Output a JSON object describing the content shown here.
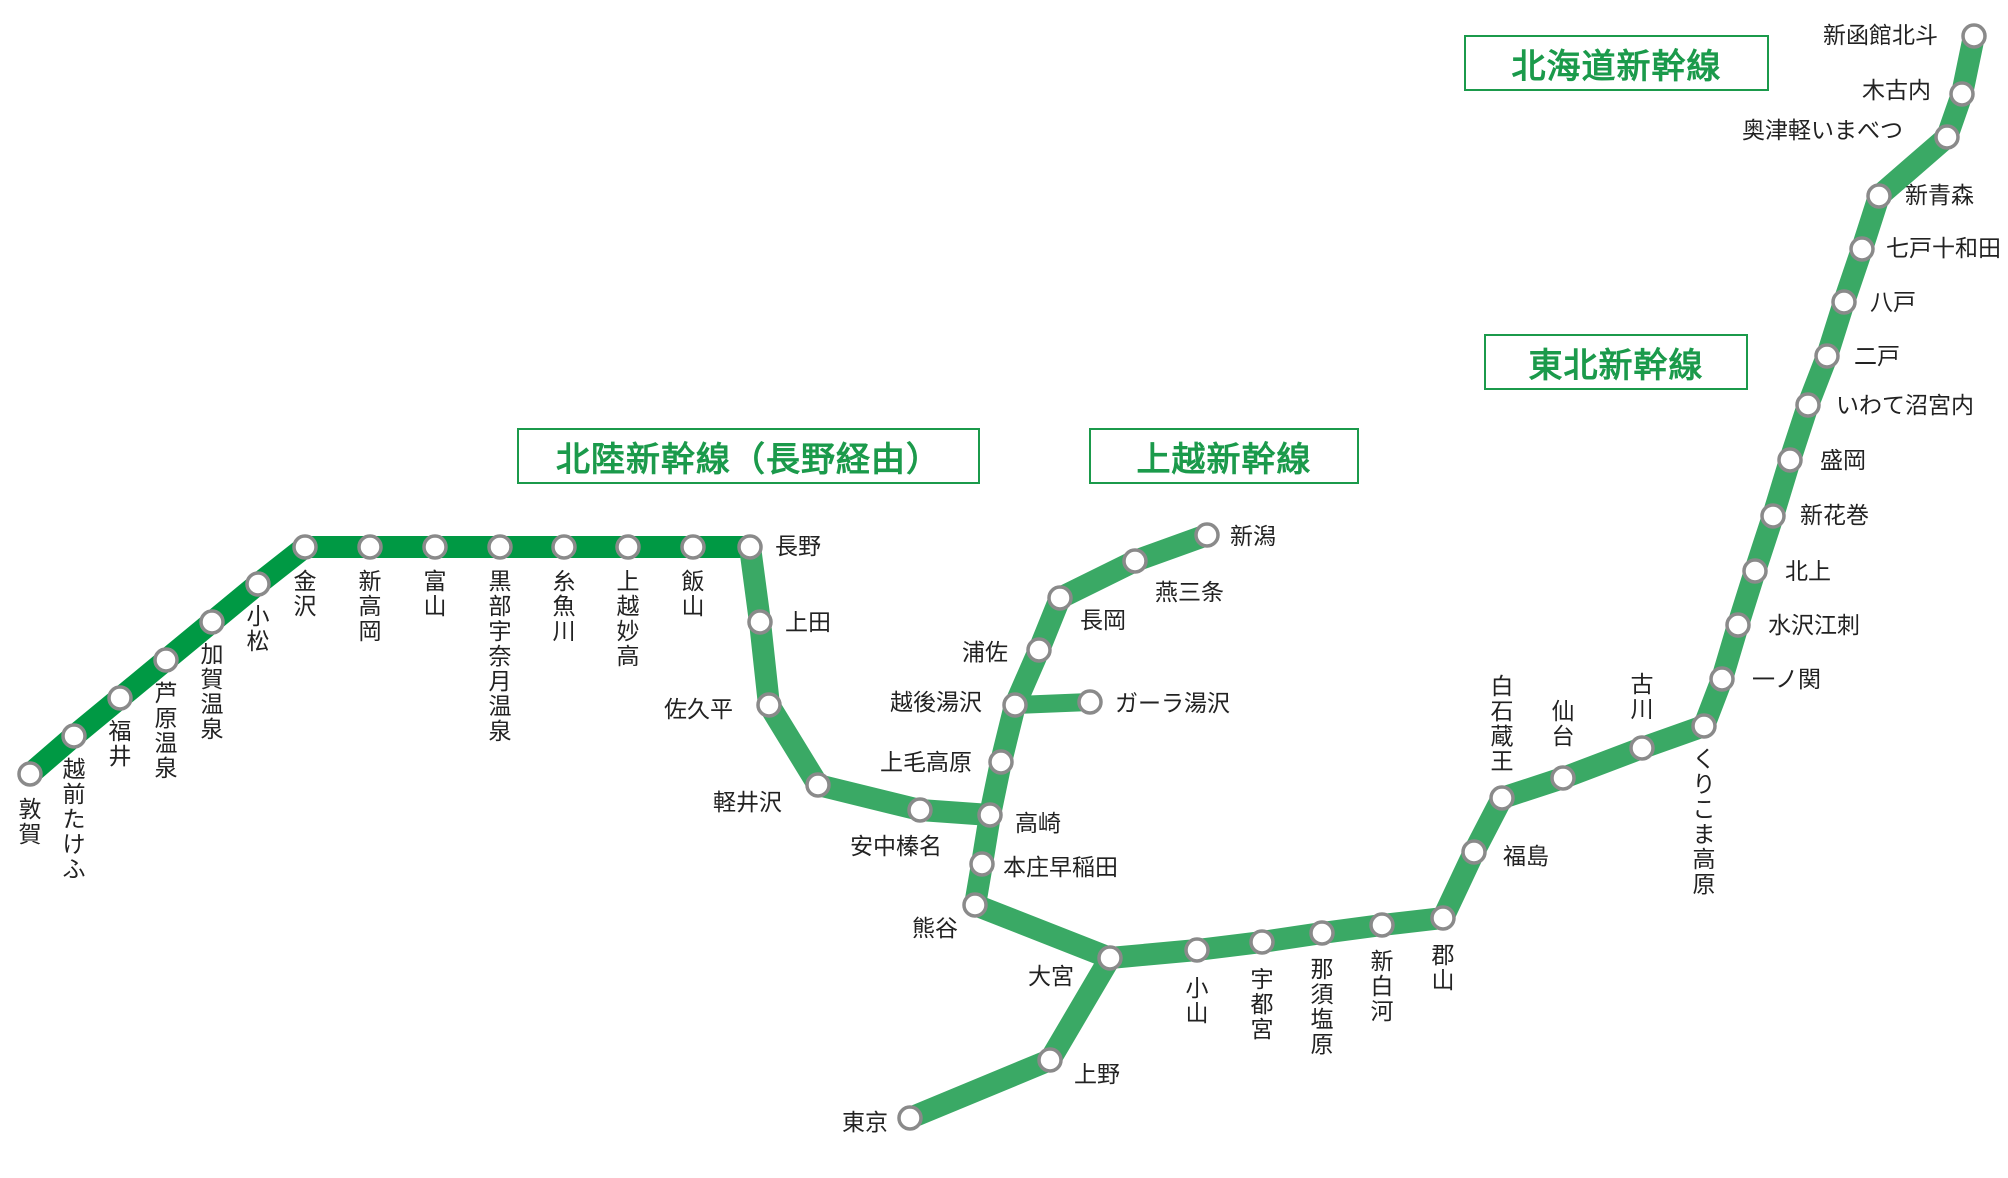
{
  "lines": {
    "hokkaido": {
      "name": "北海道新幹線"
    },
    "tohoku": {
      "name": "東北新幹線"
    },
    "hokuriku": {
      "name": "北陸新幹線（長野経由）"
    },
    "joetsu": {
      "name": "上越新幹線"
    }
  },
  "colors": {
    "hokuriku_line": "#009944",
    "main_line": "#3aa965",
    "title": "#1b9a4b",
    "station_fill": "#ffffff",
    "station_stroke": "#8a8a8a"
  },
  "stations": {
    "shinhakodatehokuto": "新函館北斗",
    "kikonai": "木古内",
    "okutsugaru": "奥津軽いまべつ",
    "shinaomori": "新青森",
    "shichinohe": "七戸十和田",
    "hachinohe": "八戸",
    "ninohe": "二戸",
    "iwate": "いわて沼宮内",
    "morioka": "盛岡",
    "shinhanamaki": "新花巻",
    "kitakami": "北上",
    "mizusawa": "水沢江刺",
    "ichinoseki": "一ノ関",
    "kurikoma": "くりこま高原",
    "furukawa": "古川",
    "sendai": "仙台",
    "shiroishi": "白石蔵王",
    "fukushima": "福島",
    "koriyama": "郡山",
    "shinshirakawa": "新白河",
    "nasushiobara": "那須塩原",
    "utsunomiya": "宇都宮",
    "oyama": "小山",
    "omiya": "大宮",
    "ueno": "上野",
    "tokyo": "東京",
    "niigata": "新潟",
    "tsubame": "燕三条",
    "nagaoka": "長岡",
    "urasa": "浦佐",
    "echigoyuzawa": "越後湯沢",
    "galayuzawa": "ガーラ湯沢",
    "jomokogen": "上毛高原",
    "takasaki": "高崎",
    "honjo": "本庄早稲田",
    "kumagaya": "熊谷",
    "annaka": "安中榛名",
    "karuizawa": "軽井沢",
    "sakudaira": "佐久平",
    "ueda": "上田",
    "nagano": "長野",
    "iiyama": "飯山",
    "joetsumyoko": "上越妙高",
    "itoigawa": "糸魚川",
    "kurobe": "黒部宇奈月温泉",
    "toyama": "富山",
    "shintakaoka": "新高岡",
    "kanazawa": "金沢",
    "komatsu": "小松",
    "kagaonsen": "加賀温泉",
    "awaraonsen": "芦原温泉",
    "fukui": "福井",
    "echizen": "越前たけふ",
    "tsuruga": "敦賀"
  }
}
